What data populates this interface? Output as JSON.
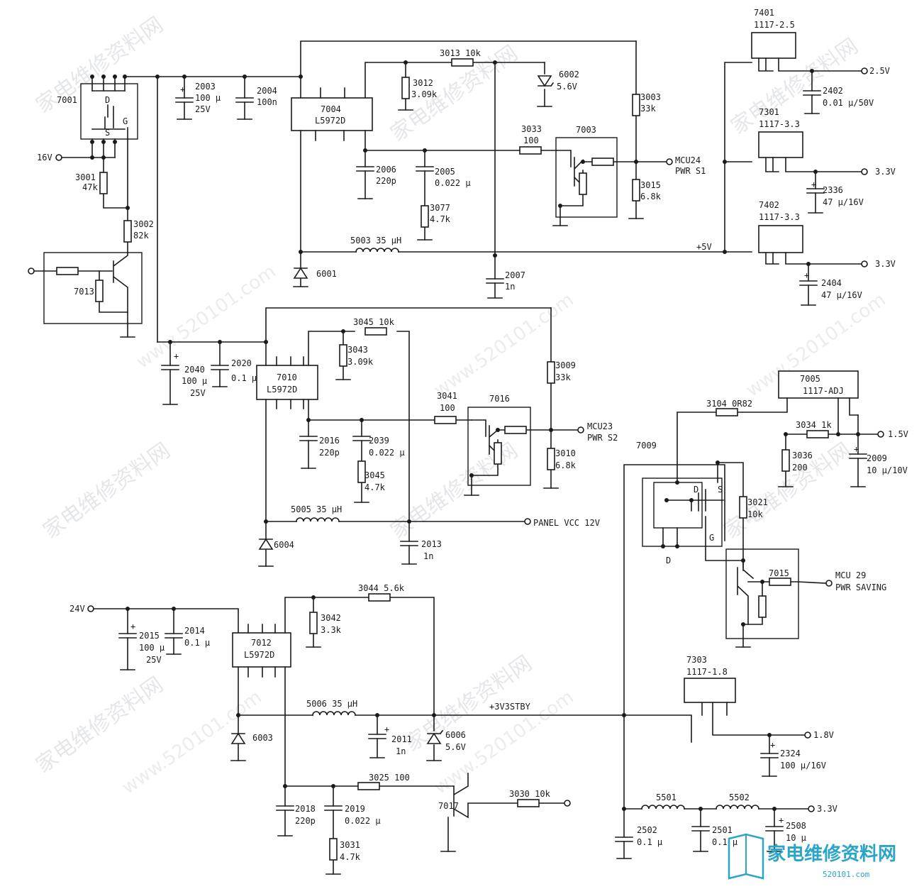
{
  "watermark": {
    "cn": "家电维修资料网",
    "url": "www.520101.com"
  },
  "logo": {
    "cn": "家电维修资料网",
    "url": "520101.com"
  },
  "nets": {
    "v16": "16V",
    "v24": "24V",
    "v5": "+5V",
    "stby": "+3V3STBY",
    "out_2v5": "2.5V",
    "out_3v3a": "3.3V",
    "out_3v3b": "3.3V",
    "out_1v5": "1.5V",
    "out_1v8": "1.8V",
    "out_3v3c": "3.3V",
    "mcu24_a": "MCU24",
    "mcu24_b": "PWR S1",
    "mcu23_a": "MCU23",
    "mcu23_b": "PWR S2",
    "mcu29_a": "MCU 29",
    "mcu29_b": "PWR SAVING",
    "panel": "PANEL VCC 12V"
  },
  "ics": {
    "ic7004": [
      "7004",
      "L5972D"
    ],
    "ic7010": [
      "7010",
      "L5972D"
    ],
    "ic7012": [
      "7012",
      "L5972D"
    ],
    "ic7401": [
      "7401",
      "1117-2.5"
    ],
    "ic7301": [
      "7301",
      "1117-3.3"
    ],
    "ic7402": [
      "7402",
      "1117-3.3"
    ],
    "ic7005": [
      "7005",
      "1117-ADJ"
    ],
    "ic7303": [
      "7303",
      "1117-1.8"
    ]
  },
  "transistors": {
    "q7001": "7001",
    "q7013": "7013",
    "q7003": "7003",
    "q7016": "7016",
    "q7009": "7009",
    "q7015": "7015",
    "q7017": "7017"
  },
  "pins": {
    "d": "D",
    "s": "S",
    "g": "G"
  },
  "parts": {
    "c2003": [
      "2003",
      "100 µ",
      "25V"
    ],
    "c2004": [
      "2004",
      "100n"
    ],
    "r3001": [
      "3001",
      "47k"
    ],
    "r3002": [
      "3002",
      "82k"
    ],
    "r3013": "3013  10k",
    "r3012": [
      "3012",
      "3.09k"
    ],
    "d6002": [
      "6002",
      "5.6V"
    ],
    "r3003": [
      "3003",
      "33k"
    ],
    "r3033": [
      "3033",
      "100"
    ],
    "c2006": [
      "2006",
      "220p"
    ],
    "c2005": [
      "2005",
      "0.022 µ"
    ],
    "r3077": [
      "3077",
      "4.7k"
    ],
    "r3015": [
      "3015",
      "6.8k"
    ],
    "l5003": "5003  35 µH",
    "d6001": "6001",
    "c2007": [
      "2007",
      "1n"
    ],
    "c2402": [
      "2402",
      "0.01 µ/50V"
    ],
    "c2336": [
      "2336",
      "47 µ/16V"
    ],
    "c2404": [
      "2404",
      "47 µ/16V"
    ],
    "c2040": [
      "2040",
      "100 µ",
      "25V"
    ],
    "c2020": [
      "2020",
      "0.1 µ"
    ],
    "r3045a": "3045  10k",
    "r3043": [
      "3043",
      "3.09k"
    ],
    "r3009": [
      "3009",
      "33k"
    ],
    "r3041": [
      "3041",
      "100"
    ],
    "c2016": [
      "2016",
      "220p"
    ],
    "c2039": [
      "2039",
      "0.022 µ"
    ],
    "r3045b": [
      "3045",
      "4.7k"
    ],
    "r3010": [
      "3010",
      "6.8k"
    ],
    "l5005": "5005  35 µH",
    "d6004": "6004",
    "c2013": [
      "2013",
      "1n"
    ],
    "r3104": "3104  0R82",
    "r3034": "3034  1k",
    "r3036": [
      "3036",
      "200"
    ],
    "c2009": [
      "2009",
      "10 µ/10V"
    ],
    "r3021": [
      "3021",
      "10k"
    ],
    "c2015": [
      "2015",
      "100 µ",
      "25V"
    ],
    "c2014": [
      "2014",
      "0.1 µ"
    ],
    "r3044": "3044  5.6k",
    "r3042": [
      "3042",
      "3.3k"
    ],
    "l5006": "5006  35 µH",
    "d6003": "6003",
    "c2011": [
      "2011",
      "1n"
    ],
    "d6006": [
      "6006",
      "5.6V"
    ],
    "r3025": "3025  100",
    "r3030": "3030  10k",
    "c2018": [
      "2018",
      "220p"
    ],
    "c2019": [
      "2019",
      "0.022 µ"
    ],
    "r3031": [
      "3031",
      "4.7k"
    ],
    "c2324": [
      "2324",
      "100 µ/16V"
    ],
    "l5501": "5501",
    "l5502": "5502",
    "c2502": [
      "2502",
      "0.1 µ"
    ],
    "c2501": [
      "2501",
      "0.1 µ"
    ],
    "c2508": [
      "2508",
      "10 µ"
    ]
  }
}
